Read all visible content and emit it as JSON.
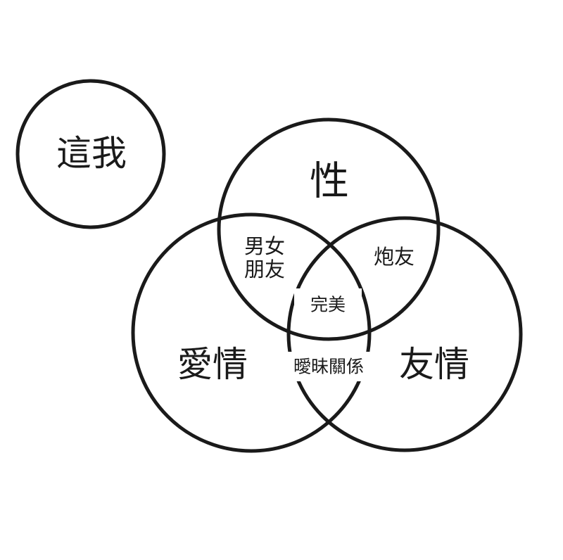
{
  "labels": {
    "self": "這我",
    "sex": "性",
    "love": "愛情",
    "friendship": "友情",
    "couple_line1": "男女",
    "couple_line2": "朋友",
    "friends_with_benefits": "炮友",
    "perfect": "完美",
    "ambiguous": "曖昧關係"
  },
  "colors": {
    "stroke": "#1a1a1a",
    "text": "#1a1a1a",
    "background": "#ffffff"
  }
}
